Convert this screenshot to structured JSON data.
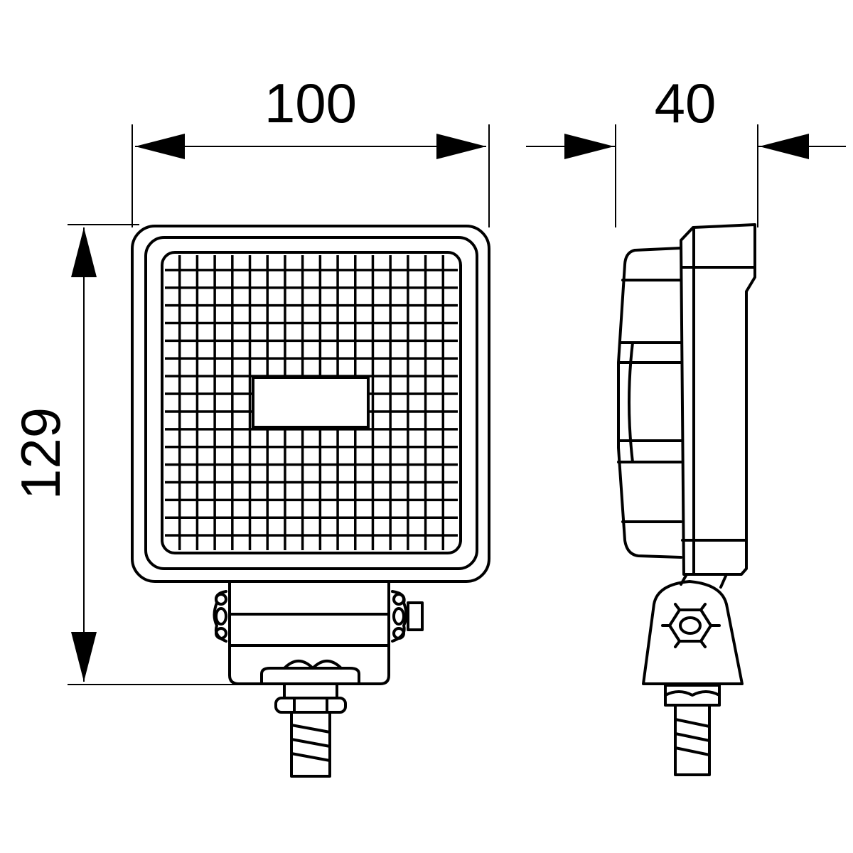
{
  "dimensions": {
    "width": "100",
    "depth": "40",
    "height": "129"
  },
  "colors": {
    "line": "#000000",
    "background": "#ffffff"
  },
  "grille": {
    "columns": 17,
    "rows": 17
  }
}
